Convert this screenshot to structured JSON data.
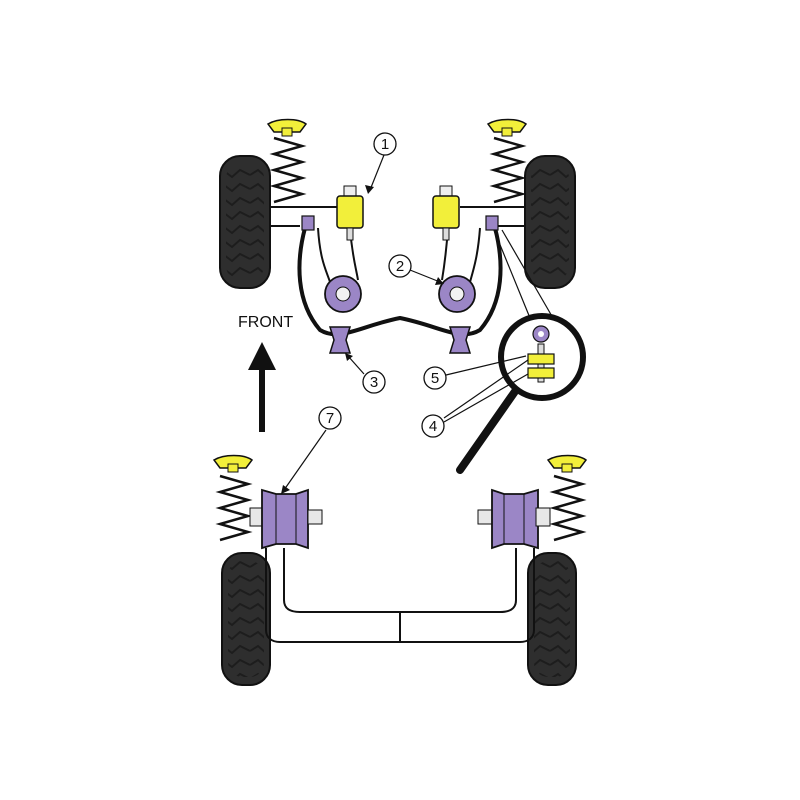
{
  "diagram": {
    "front_label": "FRONT",
    "callouts": [
      {
        "id": "1",
        "label": "1"
      },
      {
        "id": "2",
        "label": "2"
      },
      {
        "id": "3",
        "label": "3"
      },
      {
        "id": "4",
        "label": "4"
      },
      {
        "id": "5",
        "label": "5"
      },
      {
        "id": "7",
        "label": "7"
      }
    ],
    "colors": {
      "bush_purple": "#9b86c6",
      "bush_yellow": "#f2ef3a",
      "tyre_dark": "#2b2b2b",
      "outline": "#111111",
      "metal_grey": "#d9d9d9"
    },
    "icons": [
      "front-arrow-icon",
      "magnifier-icon",
      "spring-icon",
      "tyre-icon"
    ]
  }
}
